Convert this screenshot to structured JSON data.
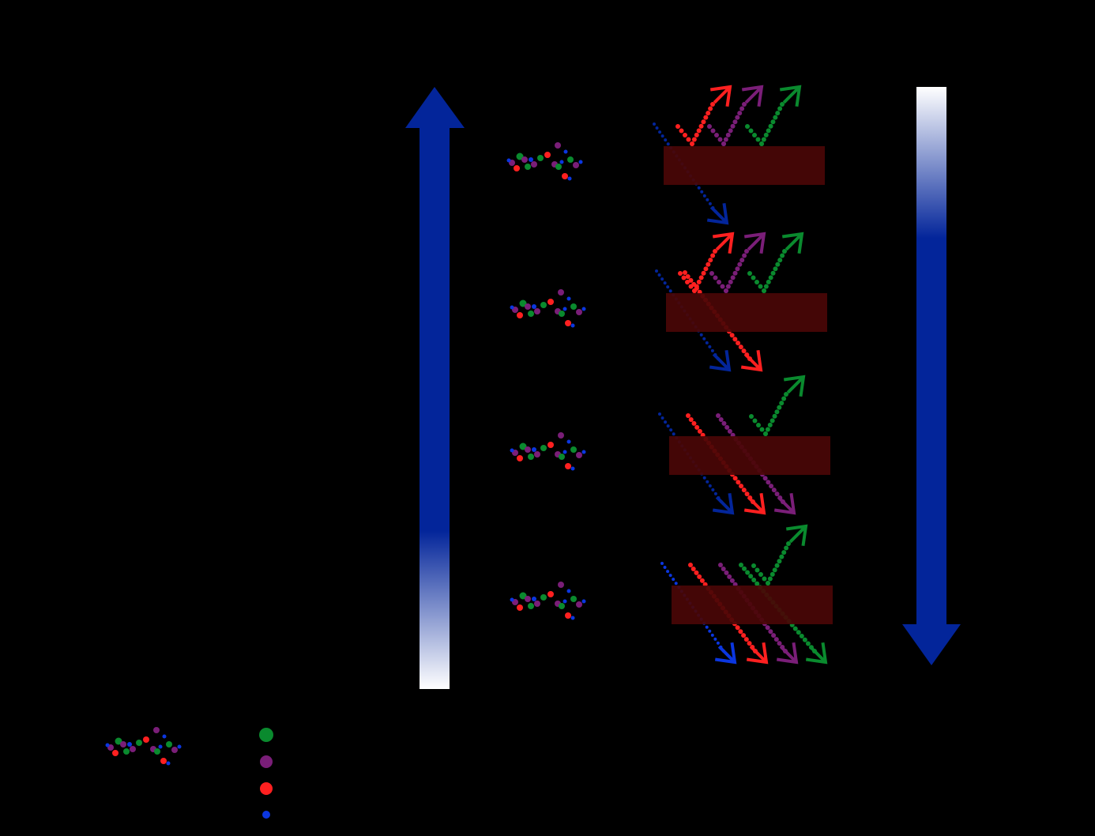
{
  "colors": {
    "background": "#000000",
    "arrow_blue": "#03259a",
    "green": "#0a8a2e",
    "purple": "#7a1e78",
    "red": "#ff2020",
    "blue": "#0b36e0",
    "filter": "#4a0707"
  },
  "diagram": {
    "left_arrow": {
      "direction": "up",
      "gradient": "white-bottom-to-blue-top"
    },
    "right_arrow": {
      "direction": "down",
      "gradient": "white-top-to-blue-bottom"
    },
    "rows": [
      {
        "transmitted": [
          "blue"
        ],
        "reflected": [
          "red",
          "purple",
          "green"
        ]
      },
      {
        "transmitted": [
          "blue",
          "red"
        ],
        "reflected": [
          "red",
          "purple",
          "green"
        ]
      },
      {
        "transmitted": [
          "blue",
          "red",
          "purple"
        ],
        "reflected": [
          "green"
        ]
      },
      {
        "transmitted": [
          "blue",
          "red",
          "purple",
          "green"
        ],
        "reflected": [
          "green"
        ]
      }
    ],
    "legend": {
      "particle_sizes": [
        "large",
        "medium",
        "medium",
        "small"
      ],
      "particle_colors": [
        "green",
        "purple",
        "red",
        "blue"
      ]
    }
  }
}
